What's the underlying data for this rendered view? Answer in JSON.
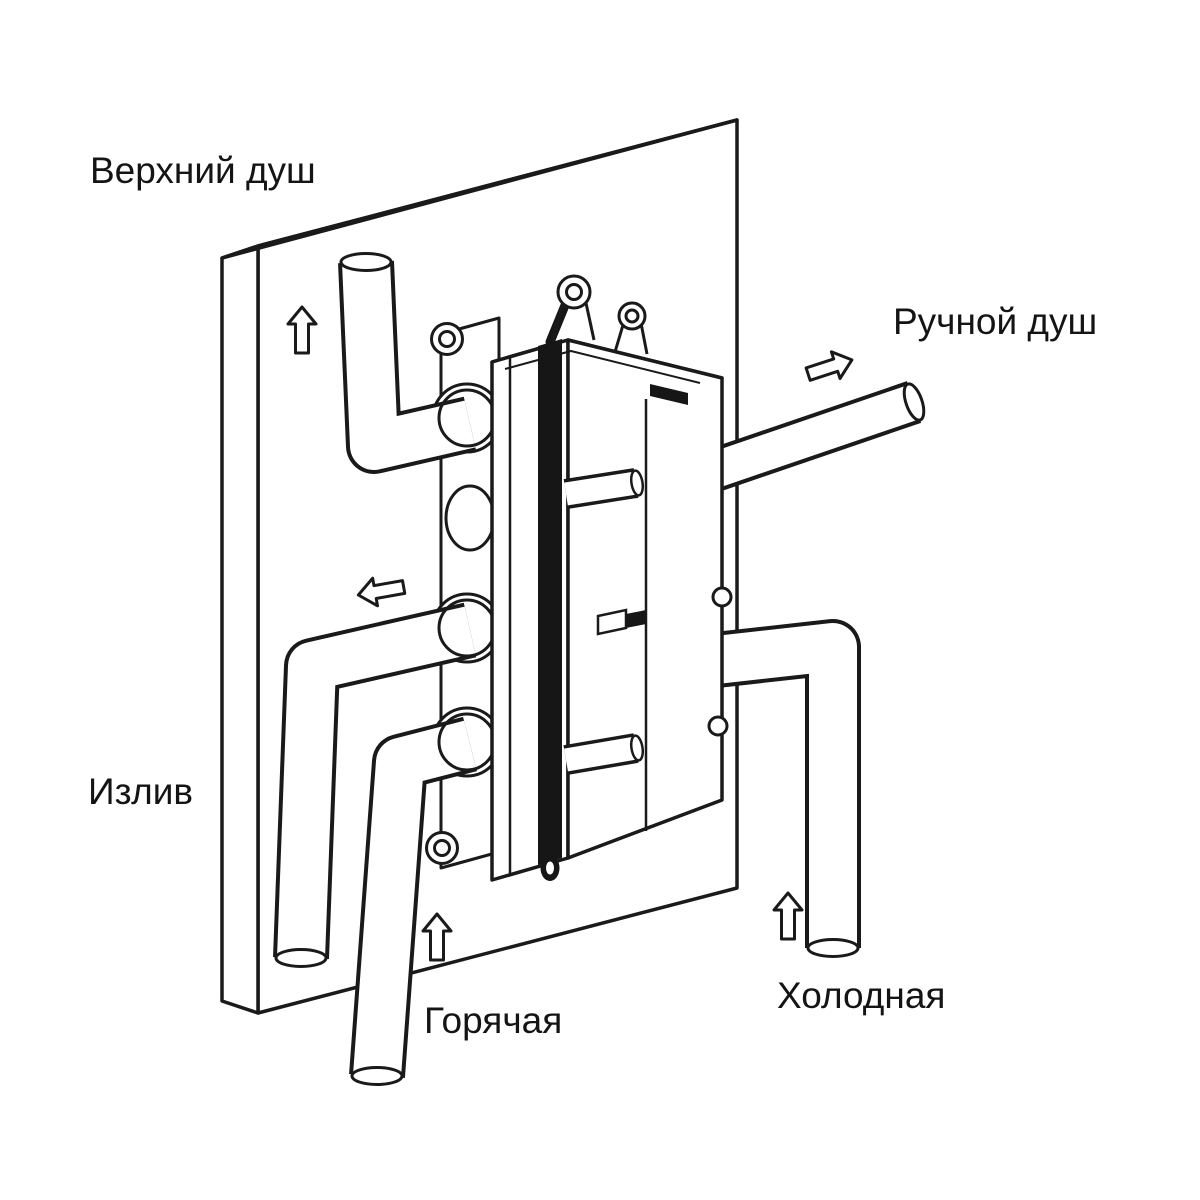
{
  "diagram": {
    "type": "shower-valve-installation-diagram",
    "labels": {
      "top_shower": "Верхний душ",
      "hand_shower": "Ручной душ",
      "spout": "Излив",
      "hot": "Горячая",
      "cold": "Холодная"
    },
    "arrows": [
      {
        "icon": "up-arrow-icon",
        "direction": "up",
        "relates_to": "top_shower"
      },
      {
        "icon": "right-arrow-icon",
        "direction": "right",
        "relates_to": "hand_shower"
      },
      {
        "icon": "left-arrow-icon",
        "direction": "left",
        "relates_to": "spout"
      },
      {
        "icon": "up-arrow-icon",
        "direction": "up",
        "relates_to": "hot"
      },
      {
        "icon": "up-arrow-icon",
        "direction": "up",
        "relates_to": "cold"
      }
    ],
    "colors": {
      "background": "#ffffff",
      "line": "#1a1a1a",
      "strap": "#161616",
      "text": "#141414"
    }
  }
}
